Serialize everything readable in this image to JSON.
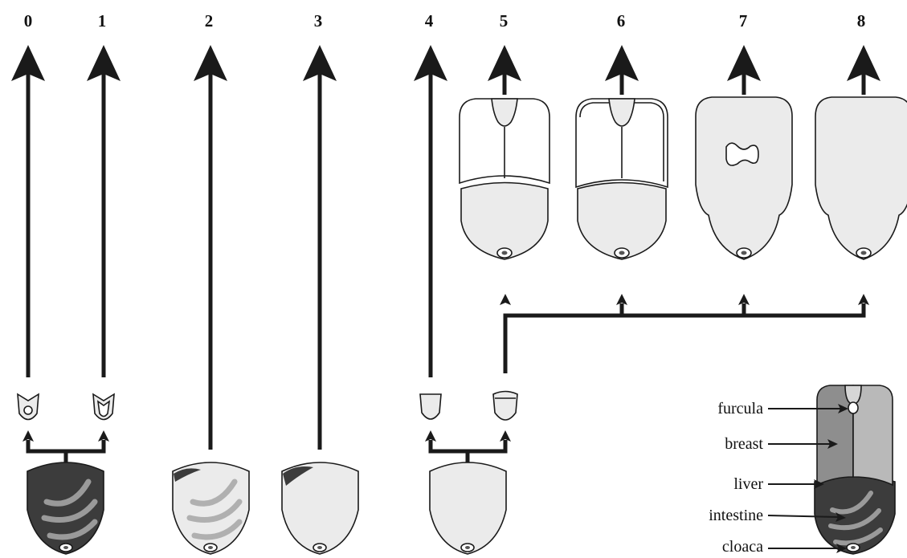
{
  "stage_numbers": [
    "0",
    "1",
    "2",
    "3",
    "4",
    "5",
    "6",
    "7",
    "8"
  ],
  "anatomy_labels": {
    "furcula": "furcula",
    "breast": "breast",
    "liver": "liver",
    "intestine": "intestine",
    "cloaca": "cloaca"
  },
  "colors": {
    "line": "#1a1a1a",
    "light_fill": "#ebebeb",
    "dark_fill": "#3c3c3c",
    "mid_fill": "#8e8e8e",
    "background": "#ffffff"
  }
}
